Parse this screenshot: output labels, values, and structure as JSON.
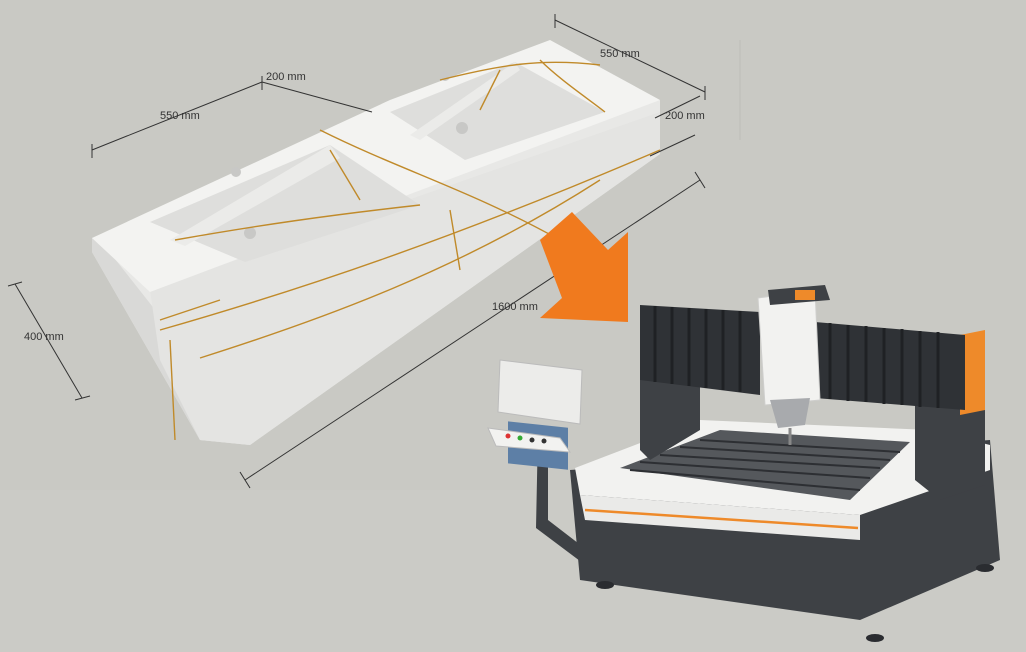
{
  "dimensions": {
    "basin_right_width": "550 mm",
    "basin_left_width": "550 mm",
    "center_gap": "200 mm",
    "right_depth": "200 mm",
    "height": "400 mm",
    "total_length": "1600 mm"
  },
  "colors": {
    "background": "#cbcbc6",
    "stone_top": "#f3f3f1",
    "stone_front": "#e7e7e5",
    "stone_side": "#dcdcda",
    "basin_inner": "#e0e0de",
    "gold_vein": "#c08a2a",
    "arrow": "#f07a1e",
    "machine_dark": "#3e4145",
    "machine_orange": "#ee8a2a",
    "machine_white": "#f2f2f0"
  },
  "icons": {
    "arrow": "orange-arrow-icon"
  }
}
